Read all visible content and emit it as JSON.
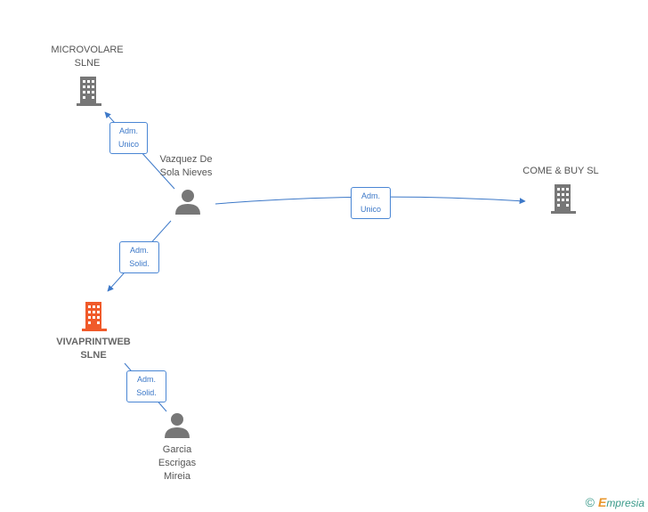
{
  "colors": {
    "edge": "#3c78c8",
    "node_gray": "#777777",
    "focus_orange": "#f05a2a"
  },
  "nodes": {
    "microvolare": {
      "label": "MICROVOLARE\nSLNE",
      "icon": "building-icon"
    },
    "vazquez": {
      "label": "Vazquez De\nSola Nieves",
      "icon": "person-icon"
    },
    "come_buy": {
      "label": "COME & BUY SL",
      "icon": "building-icon"
    },
    "vivaprintweb": {
      "label": "VIVAPRINTWEB\nSLNE",
      "icon": "building-icon"
    },
    "garcia": {
      "label": "Garcia\nEscrigas\nMireia",
      "icon": "person-icon"
    }
  },
  "edges": {
    "vazquez_microvolare": "Adm.\nUnico",
    "vazquez_come_buy": "Adm.\nUnico",
    "vazquez_vivaprintweb": "Adm.\nSolid.",
    "garcia_vivaprintweb": "Adm.\nSolid."
  },
  "footer": {
    "copyright": "©",
    "brand_initial": "E",
    "brand_rest": "mpresia"
  }
}
